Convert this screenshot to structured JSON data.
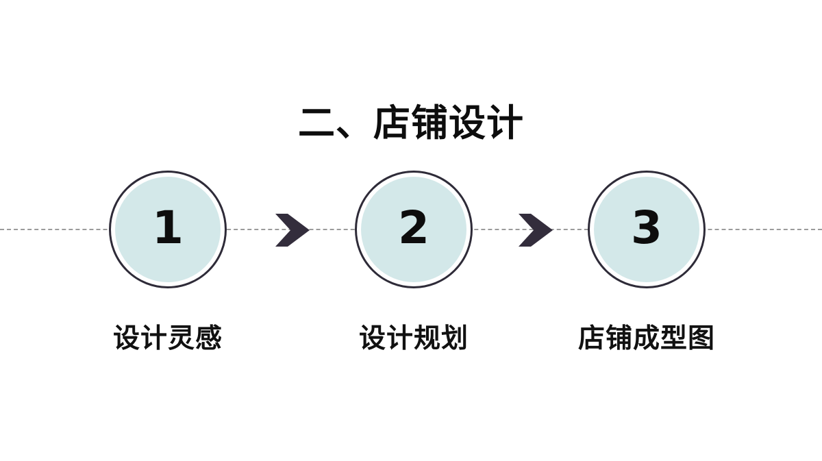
{
  "slide": {
    "title": "二、店铺设计",
    "background_color": "#ffffff",
    "title_color": "#0d0d0d"
  },
  "timeline": {
    "axis": {
      "style": "dashed",
      "color": "#9b9b9b"
    },
    "accent_colors": {
      "circle_fill": "#d3e8e9",
      "circle_ring": "#2e2b38",
      "arrow": "#332d3c",
      "number": "#0d0d0d",
      "label": "#111111"
    },
    "steps": [
      {
        "number": "1",
        "label": "设计灵感"
      },
      {
        "number": "2",
        "label": "设计规划"
      },
      {
        "number": "3",
        "label": "店铺成型图"
      }
    ],
    "arrows": [
      {
        "name": "arrow-step-1-to-2",
        "glyph": "chevron-right"
      },
      {
        "name": "arrow-step-2-to-3",
        "glyph": "chevron-right"
      }
    ]
  }
}
